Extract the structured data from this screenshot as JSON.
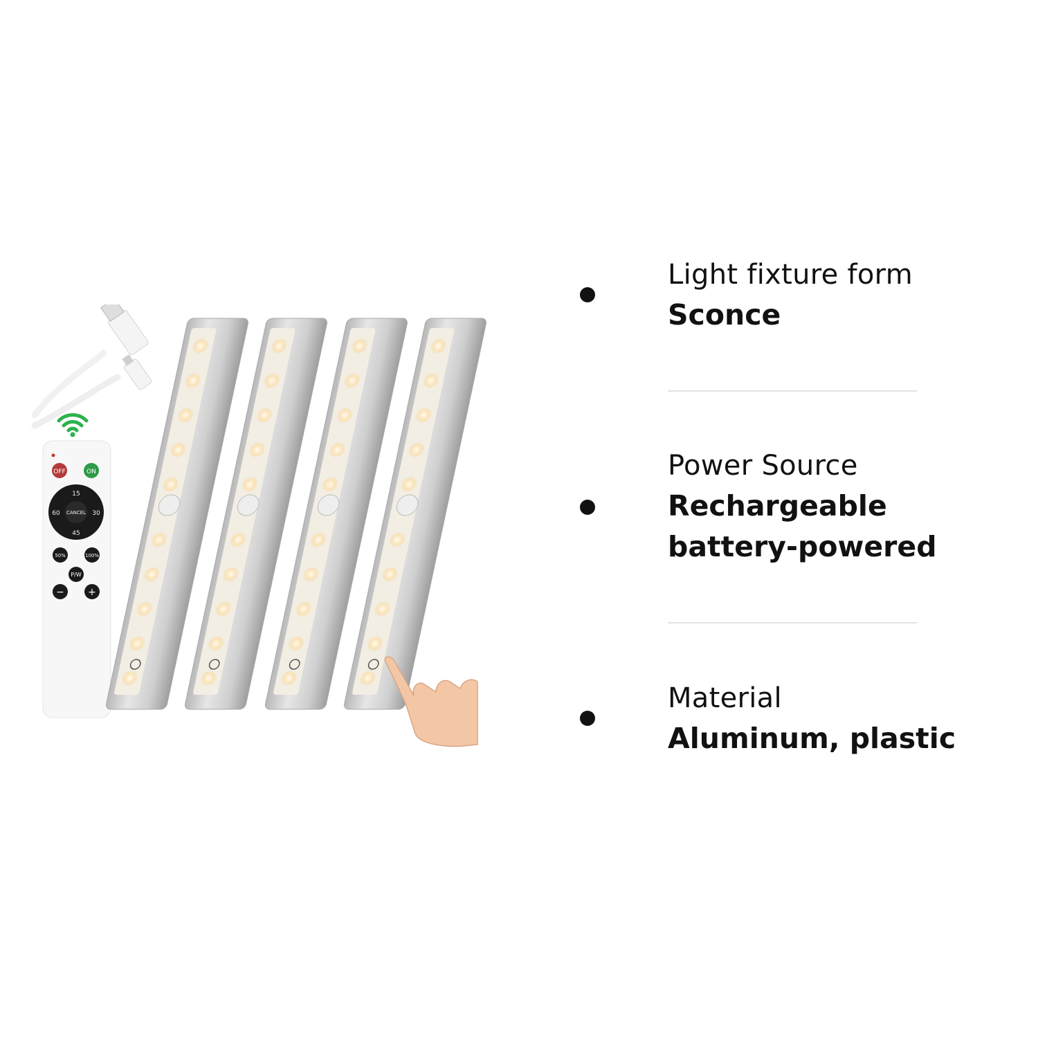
{
  "remote": {
    "off_label": "OFF",
    "on_label": "ON",
    "timer_top": "15",
    "timer_left": "60",
    "timer_right": "30",
    "timer_bottom": "45",
    "cancel_label": "CANCEL",
    "half_label": "50%",
    "full_label": "100%",
    "pw_label": "P/W",
    "minus_label": "−",
    "plus_label": "+"
  },
  "specs": [
    {
      "label": "Light fixture form",
      "value": "Sconce"
    },
    {
      "label": "Power Source",
      "value": "Rechargeable battery-powered"
    },
    {
      "label": "Material",
      "value": "Aluminum, plastic"
    }
  ],
  "colors": {
    "bar_silver": "#c9c9c9",
    "led_warm": "#fbe7c4",
    "remote_off": "#b33a3a",
    "remote_on": "#2e9a4a",
    "wifi_green": "#2bb24c"
  }
}
